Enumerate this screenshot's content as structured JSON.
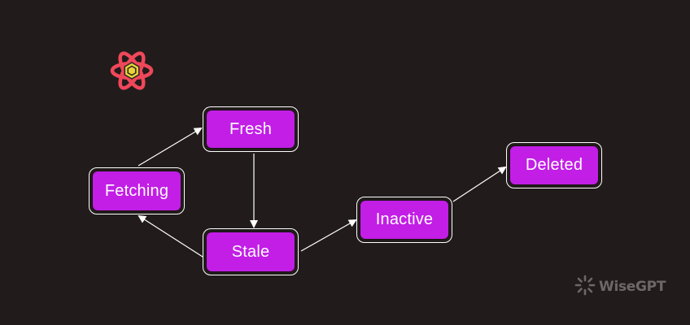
{
  "diagram": {
    "nodes": {
      "fresh": {
        "label": "Fresh"
      },
      "fetching": {
        "label": "Fetching"
      },
      "stale": {
        "label": "Stale"
      },
      "inactive": {
        "label": "Inactive"
      },
      "deleted": {
        "label": "Deleted"
      }
    },
    "edges": [
      {
        "from": "fetching",
        "to": "fresh"
      },
      {
        "from": "fresh",
        "to": "stale"
      },
      {
        "from": "stale",
        "to": "fetching"
      },
      {
        "from": "stale",
        "to": "inactive"
      },
      {
        "from": "inactive",
        "to": "deleted"
      }
    ]
  },
  "branding": {
    "logo_icon": "react-query-logo-icon",
    "watermark_text": "WiseGPT",
    "watermark_icon": "wisegpt-icon"
  },
  "colors": {
    "background": "#211c1b",
    "node_fill": "#c21ee6",
    "node_border": "#ffffff",
    "edge": "#ffffff",
    "logo_red": "#f0475a",
    "logo_yellow": "#e8d33a",
    "watermark": "#c9c4c2"
  }
}
